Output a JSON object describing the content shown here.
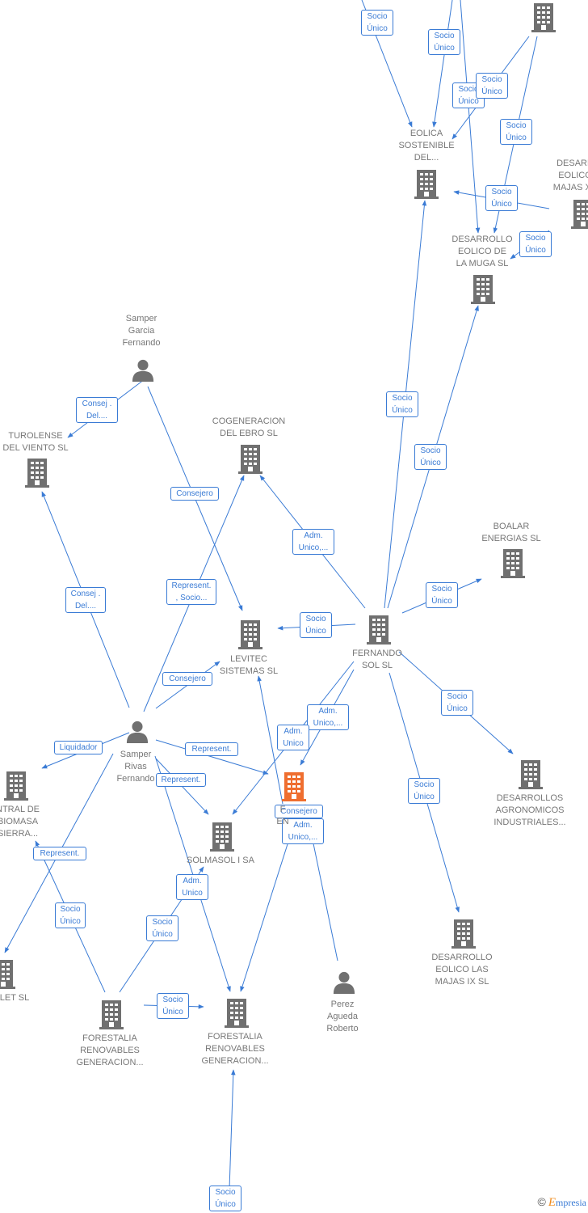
{
  "colors": {
    "edge": "#3a7bd5",
    "building": "#707070",
    "building_main": "#ef6e2f",
    "person": "#707070"
  },
  "nodes": [
    {
      "id": "eolica",
      "type": "company",
      "label": "EOLICA\nSOSTENIBLE\nDEL..."
    },
    {
      "id": "muga",
      "type": "company",
      "label": "DESARROLLO\nEOLICO DE\nLA MUGA SL"
    },
    {
      "id": "desarr_xx",
      "type": "company",
      "label": "DESARR\nEOLICO\nMAJAS XX"
    },
    {
      "id": "top_right",
      "type": "company",
      "label": ""
    },
    {
      "id": "samper_garcia",
      "type": "person",
      "label": "Samper\nGarcia\nFernando"
    },
    {
      "id": "turolense",
      "type": "company",
      "label": "TUROLENSE\nDEL VIENTO SL"
    },
    {
      "id": "cogeneracion",
      "type": "company",
      "label": "COGENERACION\nDEL EBRO  SL"
    },
    {
      "id": "boalar",
      "type": "company",
      "label": "BOALAR\nENERGIAS  SL"
    },
    {
      "id": "levitec",
      "type": "company",
      "label": "LEVITEC\nSISTEMAS  SL"
    },
    {
      "id": "fernando_sol",
      "type": "company",
      "label": "FERNANDO\nSOL SL"
    },
    {
      "id": "samper_rivas",
      "type": "person",
      "label": "Samper\nRivas\nFernando"
    },
    {
      "id": "main",
      "type": "company_main",
      "label": "F\nEN"
    },
    {
      "id": "central",
      "type": "company",
      "label": "NTRAL DE\nBIOMASA\nSIERRA..."
    },
    {
      "id": "solmasol",
      "type": "company",
      "label": "SOLMASOL I SA"
    },
    {
      "id": "agronomicos",
      "type": "company",
      "label": "DESARROLLOS\nAGRONOMICOS\nINDUSTRIALES..."
    },
    {
      "id": "majas_ix",
      "type": "company",
      "label": "DESARROLLO\nEOLICO LAS\nMAJAS IX  SL"
    },
    {
      "id": "let",
      "type": "company",
      "label": "LET  SL"
    },
    {
      "id": "forestalia1",
      "type": "company",
      "label": "FORESTALIA\nRENOVABLES\nGENERACION..."
    },
    {
      "id": "forestalia2",
      "type": "company",
      "label": "FORESTALIA\nRENOVABLES\nGENERACION..."
    },
    {
      "id": "perez",
      "type": "person",
      "label": "Perez\nAgueda\nRoberto"
    }
  ],
  "relations": [
    "Socio\nÚnico",
    "Socio\nÚnico",
    "Socio\nÚnico",
    "Socio\nÚnico",
    "Socio\nÚnico",
    "Socio\nÚnico",
    "Socio\nÚnico",
    "Consej .\nDel....",
    "Consejero",
    "Represent.\n, Socio...",
    "Consejero",
    "Consej .\nDel....",
    "Adm.\nUnico,...",
    "Socio\nÚnico",
    "Socio\nÚnico",
    "Socio\nÚnico",
    "Socio\nÚnico",
    "Socio\nÚnico",
    "Adm.\nUnico,...",
    "Adm.\nUnico",
    "Socio\nÚnico",
    "Liquidador",
    "Represent.",
    "Represent.",
    "Consejero",
    "Adm.\nUnico,...",
    "Represent.",
    "Socio\nÚnico",
    "Adm.\nUnico",
    "Socio\nÚnico",
    "Socio\nÚnico",
    "Socio\nÚnico"
  ],
  "copyright": {
    "symbol": "©",
    "brand": "mpresia",
    "brand_initial": "E"
  }
}
